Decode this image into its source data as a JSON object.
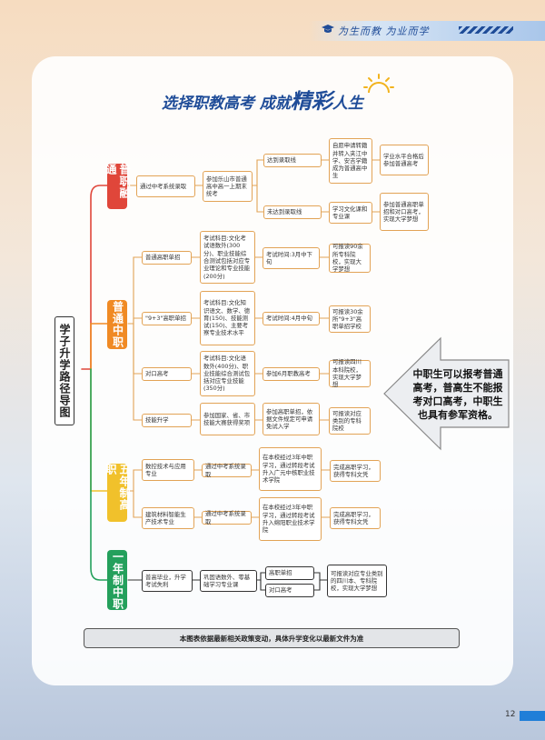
{
  "header": {
    "slogan": "为生而教 为业而学"
  },
  "title": {
    "part1": "选择职教高考 成就",
    "part2": "精彩",
    "part3": "人生"
  },
  "root": {
    "label": "学子升学路径导图"
  },
  "categories": [
    {
      "label": "普职融通",
      "color": "#e0463a"
    },
    {
      "label": "普通中职",
      "color": "#f08a24"
    },
    {
      "label": "五年制高职",
      "color": "#f1c12b"
    },
    {
      "label": "一年制中职",
      "color": "#24a05c"
    }
  ],
  "nodes": {
    "pz_a": "通过中考系统录取",
    "pz_b": "参加乐山市普通高中高一上期末统考",
    "pz_c1": "达到录取线",
    "pz_c2": "未达到录取线",
    "pz_d1": "自愿申请转籍并转入夹江中学、安吉学籍成为普通高中生",
    "pz_d2": "学习文化课和专业课",
    "pz_e1": "学业水平合格后参加普通高考",
    "pz_e2": "参加普通高职单招和对口高考，实现大学梦想",
    "zz1_a": "普通高职单招",
    "zz1_b": "考试科目:文化考试语数外(300分)、职业技能综合测试包括对应专业理论和专业技能(200分)",
    "zz1_c": "考试时间:3月中下旬",
    "zz1_d": "可报读90余所专科院校，实现大学梦想",
    "zz2_a": "\"9+3\"高职单招",
    "zz2_b": "考试科目:文化知识语文、数学、德育(150)、技能测试(150)、主要考察专业技术水平",
    "zz2_c": "考试时间:4月中旬",
    "zz2_d": "可报读30余所\"9+3\"高职单招学校",
    "zz3_a": "对口高考",
    "zz3_b": "考试科目:文化语数外(400分)、职业技能综合测试包括对应专业技能(350分)",
    "zz3_c": "参加6月职教高考",
    "zz3_d": "可报读四川本科院校，实现大学梦想",
    "zz4_a": "技能升学",
    "zz4_b": "参加国家、省、市技能大赛获得奖项",
    "zz4_c": "参加高职单招，依据文件规定可申请免试入学",
    "zz4_d": "可报读对应类别的专科院校",
    "wn1_a": "数控技术与应用专业",
    "wn1_b": "通过中考系统录取",
    "wn1_c": "在本校经过3年中职学习，通过转段考试升入广元中核职业技术学院",
    "wn1_d": "完成高职学习，获得专科文凭",
    "wn2_a": "建筑材料智能生产技术专业",
    "wn2_b": "通过中考系统录取",
    "wn2_c": "在本校经过3年中职学习，通过转段考试升入绵阳职业技术学院",
    "wn2_d": "完成高职学习，获得专科文凭",
    "yn_a": "普高毕业，升学考试失利",
    "yn_b": "巩固语数外、零基础学习专业课",
    "yn_c1": "高职单招",
    "yn_c2": "对口高考",
    "yn_d": "可报读对应专业类别的四川本、专科院校，实现大学梦想"
  },
  "callout": "中职生可以报考普通高考，普高生不能报考对口高考，中职生也具有参军资格。",
  "footer_note": "本图表依据最新相关政策变动，具体升学变化以最新文件为准",
  "page_number": "12"
}
